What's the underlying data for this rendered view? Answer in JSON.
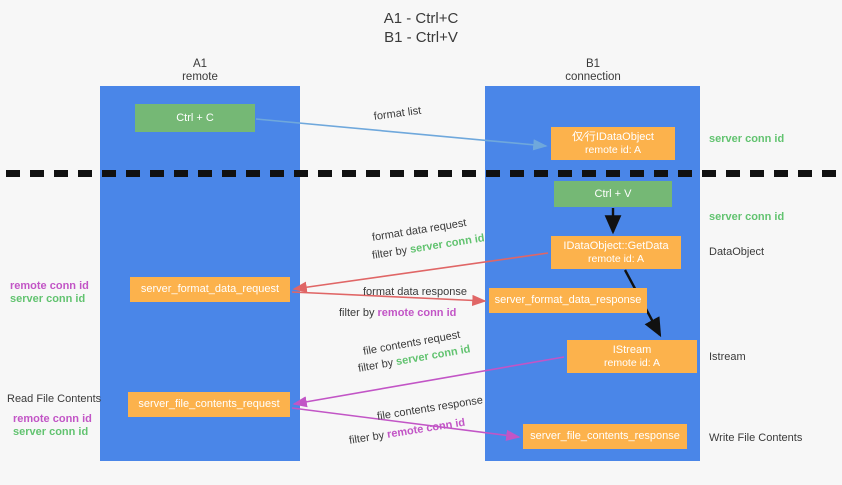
{
  "title": "A1 - Ctrl+C\nB1 - Ctrl+V",
  "columns": [
    {
      "name": "A1",
      "sub": "remote"
    },
    {
      "name": "B1",
      "sub": "connection"
    }
  ],
  "boxes": {
    "ctrl_c": "Ctrl + C",
    "ctrl_v": "Ctrl + V",
    "idataobject_line1": "仅⁄行IDataObject",
    "idataobject_line2": "remote id: A",
    "getdata_line1": "IDataObject::GetData",
    "getdata_line2": "remote id: A",
    "istream_line1": "IStream",
    "istream_line2": "remote id: A",
    "server_format_data_request": "server_format_data_request",
    "server_format_data_response": "server_format_data_response",
    "server_file_contents_request": "server_file_contents_request",
    "server_file_contents_response": "server_file_contents_response"
  },
  "flow_labels": {
    "format_list": "format list",
    "format_data_request": "format data request",
    "format_data_response": "format data response",
    "file_contents_request": "file contents request",
    "file_contents_response": "file contents response",
    "filter_by": "filter by ",
    "server_conn_id": "server conn id",
    "remote_conn_id": "remote conn id"
  },
  "right_labels": {
    "server_conn_id_top": "server conn id",
    "server_conn_id_mid": "server conn id",
    "data_object": "DataObject",
    "istream": "Istream",
    "write_file_contents": "Write File Contents"
  },
  "left_labels": {
    "remote_conn_id_1": "remote conn id",
    "server_conn_id_1": "server conn id",
    "read_file_contents": "Read File Contents",
    "remote_conn_id_2": "remote conn id",
    "server_conn_id_2": "server conn id"
  },
  "colors": {
    "lane": "#4a86e8",
    "box_orange": "#fcb24c",
    "box_green": "#75b875",
    "arrow_blue": "#6fa8dc",
    "arrow_red": "#e06666",
    "arrow_magenta": "#c255c6",
    "arrow_black": "#111111",
    "text_green": "#62c370",
    "text_purple": "#c255c6",
    "background": "#f7f7f7"
  }
}
